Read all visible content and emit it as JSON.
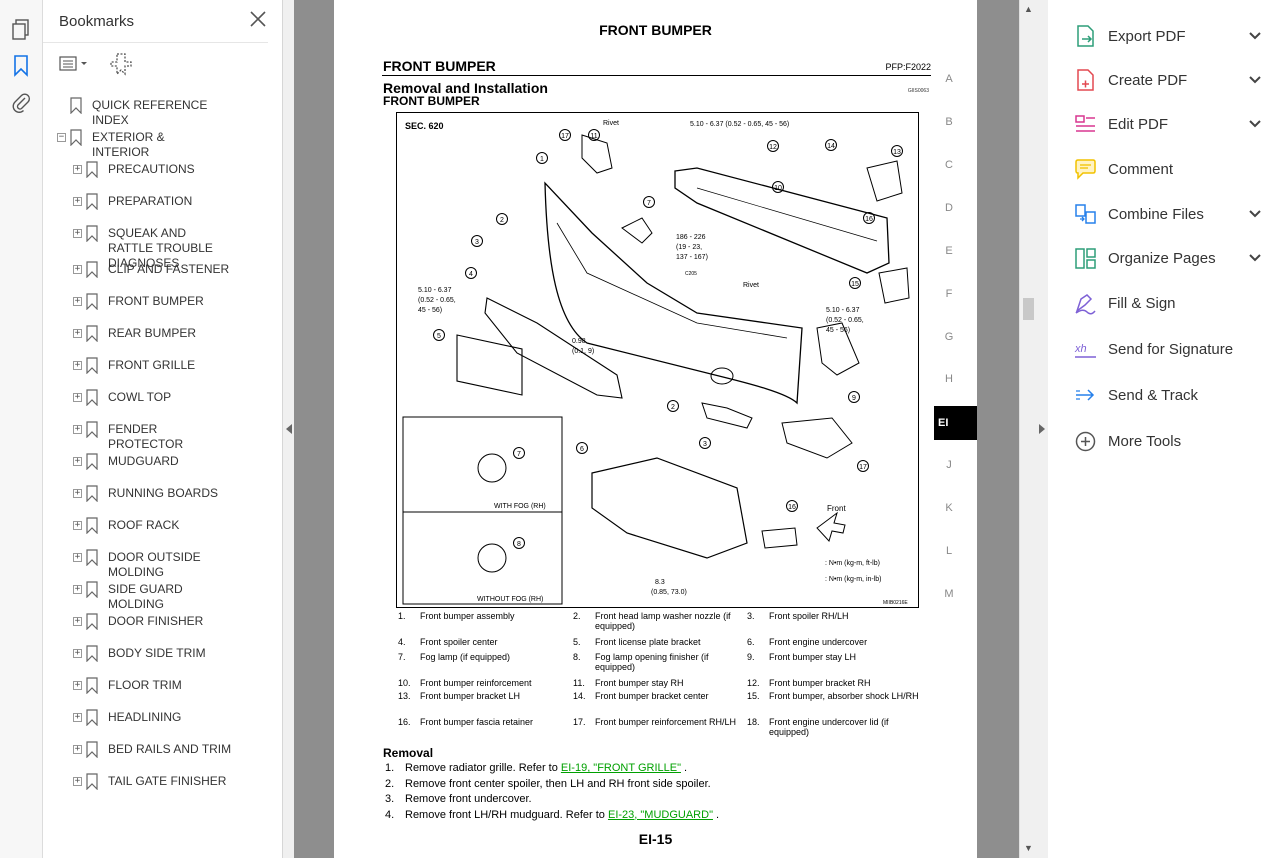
{
  "bookmarks": {
    "title": "Bookmarks",
    "items": [
      {
        "label": "QUICK REFERENCE INDEX",
        "level": 0,
        "expander": ""
      },
      {
        "label": "EXTERIOR & INTERIOR",
        "level": 0,
        "expander": "−"
      },
      {
        "label": "PRECAUTIONS",
        "level": 1,
        "expander": "+"
      },
      {
        "label": "PREPARATION",
        "level": 1,
        "expander": "+"
      },
      {
        "label": "SQUEAK AND RATTLE TROUBLE DIAGNOSES",
        "level": 1,
        "expander": "+"
      },
      {
        "label": "CLIP AND FASTENER",
        "level": 1,
        "expander": "+"
      },
      {
        "label": "FRONT BUMPER",
        "level": 1,
        "expander": "+"
      },
      {
        "label": "REAR BUMPER",
        "level": 1,
        "expander": "+"
      },
      {
        "label": "FRONT GRILLE",
        "level": 1,
        "expander": "+"
      },
      {
        "label": "COWL TOP",
        "level": 1,
        "expander": "+"
      },
      {
        "label": "FENDER PROTECTOR",
        "level": 1,
        "expander": "+"
      },
      {
        "label": "MUDGUARD",
        "level": 1,
        "expander": "+"
      },
      {
        "label": "RUNNING BOARDS",
        "level": 1,
        "expander": "+"
      },
      {
        "label": "ROOF RACK",
        "level": 1,
        "expander": "+"
      },
      {
        "label": "DOOR OUTSIDE MOLDING",
        "level": 1,
        "expander": "+"
      },
      {
        "label": "SIDE GUARD MOLDING",
        "level": 1,
        "expander": "+"
      },
      {
        "label": "DOOR FINISHER",
        "level": 1,
        "expander": "+"
      },
      {
        "label": "BODY SIDE TRIM",
        "level": 1,
        "expander": "+"
      },
      {
        "label": "FLOOR TRIM",
        "level": 1,
        "expander": "+"
      },
      {
        "label": "HEADLINING",
        "level": 1,
        "expander": "+"
      },
      {
        "label": "BED RAILS AND TRIM",
        "level": 1,
        "expander": "+"
      },
      {
        "label": "TAIL GATE FINISHER",
        "level": 1,
        "expander": "+"
      }
    ]
  },
  "page": {
    "header": "FRONT BUMPER",
    "section_title": "FRONT BUMPER",
    "pfp": "PFP:F2022",
    "removal_title": "Removal and Installation",
    "removal_sub": "FRONT BUMPER",
    "fig_code": "GIIS0063",
    "page_number": "EI-15",
    "side_tabs": [
      "A",
      "B",
      "C",
      "D",
      "E",
      "F",
      "G",
      "H",
      "EI",
      "J",
      "K",
      "L",
      "M"
    ],
    "active_tab": "EI"
  },
  "diagram": {
    "sec": "SEC. 620",
    "rivet1": "Rivet",
    "rivet2": "Rivet",
    "torque1": "5.10 - 6.37 (0.52 - 0.65, 45 - 56)",
    "torque2a": "186 - 226",
    "torque2b": "(19 - 23,",
    "torque2c": "137 - 167)",
    "torque3a": "5.10 - 6.37",
    "torque3b": "(0.52 - 0.65,",
    "torque3c": "45 - 56)",
    "torque4a": "0.98",
    "torque4b": "(0.1, 9)",
    "torque5a": "5.10 - 6.37",
    "torque5b": "(0.52 - 0.65,",
    "torque5c": "45 - 56)",
    "torque6a": "8.3",
    "torque6b": "(0.85, 73.0)",
    "with_fog": "WITH FOG (RH)",
    "without_fog": "WITHOUT FOG (RH)",
    "front": "Front",
    "unit1": ": N•m (kg-m, ft-lb)",
    "unit2": ": N•m (kg-m, in-lb)",
    "code": "MIIB0216E",
    "clip": "C205"
  },
  "legend": [
    [
      {
        "n": "1.",
        "t": "Front bumper assembly"
      },
      {
        "n": "2.",
        "t": "Front head lamp washer nozzle (if equipped)"
      },
      {
        "n": "3.",
        "t": "Front spoiler RH/LH"
      }
    ],
    [
      {
        "n": "4.",
        "t": "Front spoiler center"
      },
      {
        "n": "5.",
        "t": "Front license plate bracket"
      },
      {
        "n": "6.",
        "t": "Front engine undercover"
      }
    ],
    [
      {
        "n": "7.",
        "t": "Fog lamp (if equipped)"
      },
      {
        "n": "8.",
        "t": "Fog lamp opening finisher (if equipped)"
      },
      {
        "n": "9.",
        "t": "Front bumper stay LH"
      }
    ],
    [
      {
        "n": "10.",
        "t": "Front bumper reinforcement"
      },
      {
        "n": "11.",
        "t": "Front bumper stay RH"
      },
      {
        "n": "12.",
        "t": "Front bumper bracket RH"
      }
    ],
    [
      {
        "n": "13.",
        "t": "Front bumper bracket LH"
      },
      {
        "n": "14.",
        "t": "Front bumper bracket center"
      },
      {
        "n": "15.",
        "t": "Front bumper, absorber shock LH/RH"
      }
    ],
    [
      {
        "n": "16.",
        "t": "Front bumper fascia retainer"
      },
      {
        "n": "17.",
        "t": "Front bumper reinforcement RH/LH"
      },
      {
        "n": "18.",
        "t": "Front engine undercover lid (if equipped)"
      }
    ]
  ],
  "removal": {
    "title": "Removal",
    "steps": [
      {
        "n": "1.",
        "pre": "Remove radiator grille. Refer to ",
        "link": "EI-19, \"FRONT GRILLE\"",
        "post": " ."
      },
      {
        "n": "2.",
        "pre": "Remove front center spoiler, then LH and RH front side spoiler.",
        "link": "",
        "post": ""
      },
      {
        "n": "3.",
        "pre": "Remove front undercover.",
        "link": "",
        "post": ""
      },
      {
        "n": "4.",
        "pre": "Remove front LH/RH mudguard. Refer to ",
        "link": "EI-23, \"MUDGUARD\"",
        "post": " ."
      }
    ]
  },
  "tools": [
    {
      "label": "Export PDF",
      "icon": "export-pdf-icon",
      "color": "#2d9d78",
      "chevron": true
    },
    {
      "label": "Create PDF",
      "icon": "create-pdf-icon",
      "color": "#e34850",
      "chevron": true
    },
    {
      "label": "Edit PDF",
      "icon": "edit-pdf-icon",
      "color": "#d83790",
      "chevron": true
    },
    {
      "label": "Comment",
      "icon": "comment-icon",
      "color": "#f2c200",
      "chevron": false
    },
    {
      "label": "Combine Files",
      "icon": "combine-files-icon",
      "color": "#2680eb",
      "chevron": true
    },
    {
      "label": "Organize Pages",
      "icon": "organize-pages-icon",
      "color": "#2d9d78",
      "chevron": true
    },
    {
      "label": "Fill & Sign",
      "icon": "fill-sign-icon",
      "color": "#7e61d6",
      "chevron": false
    },
    {
      "label": "Send for Signature",
      "icon": "send-signature-icon",
      "color": "#7e61d6",
      "chevron": false
    },
    {
      "label": "Send & Track",
      "icon": "send-track-icon",
      "color": "#2680eb",
      "chevron": false
    },
    {
      "label": "More Tools",
      "icon": "more-tools-icon",
      "color": "#555555",
      "chevron": false
    }
  ]
}
